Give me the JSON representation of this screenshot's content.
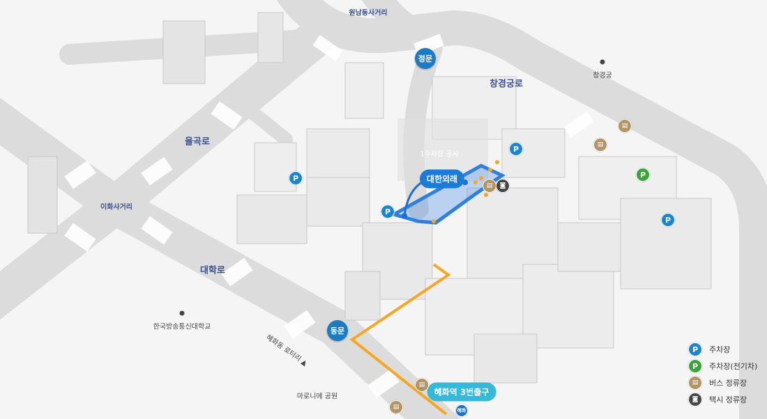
{
  "roads": {
    "wonnam": "원남동사거리",
    "changgyeonggung_ro": "창경궁로",
    "yulgok_ro": "율곡로",
    "ihwa": "이화사거리",
    "daehak_ro": "대학로",
    "hyehwa_rotary": "혜화동 로터리 ▲"
  },
  "places": {
    "changgyeonggung": "창경궁",
    "knou": "한국방송통신대학교",
    "marronnier": "마로니에 공원",
    "parking_construction": "1주차장 공사"
  },
  "gates": {
    "main": "정문",
    "east": "동문"
  },
  "callouts": {
    "outpatient": "대한외래",
    "station_exit": "혜화역 3번출구",
    "station_sign": "혜화"
  },
  "markers": {
    "parking": "P",
    "bus": "▤",
    "taxi": "◙"
  },
  "legend": [
    {
      "icon": "parking",
      "label": "주차장"
    },
    {
      "icon": "ev-parking",
      "label": "주차장(전기차)"
    },
    {
      "icon": "bus",
      "label": "버스 정류장"
    },
    {
      "icon": "taxi",
      "label": "택시 정류장"
    }
  ],
  "colors": {
    "route": "#f5a623",
    "gate": "#1b7cc4",
    "highlight": "#2f7fe0",
    "station": "#36b9d9"
  }
}
